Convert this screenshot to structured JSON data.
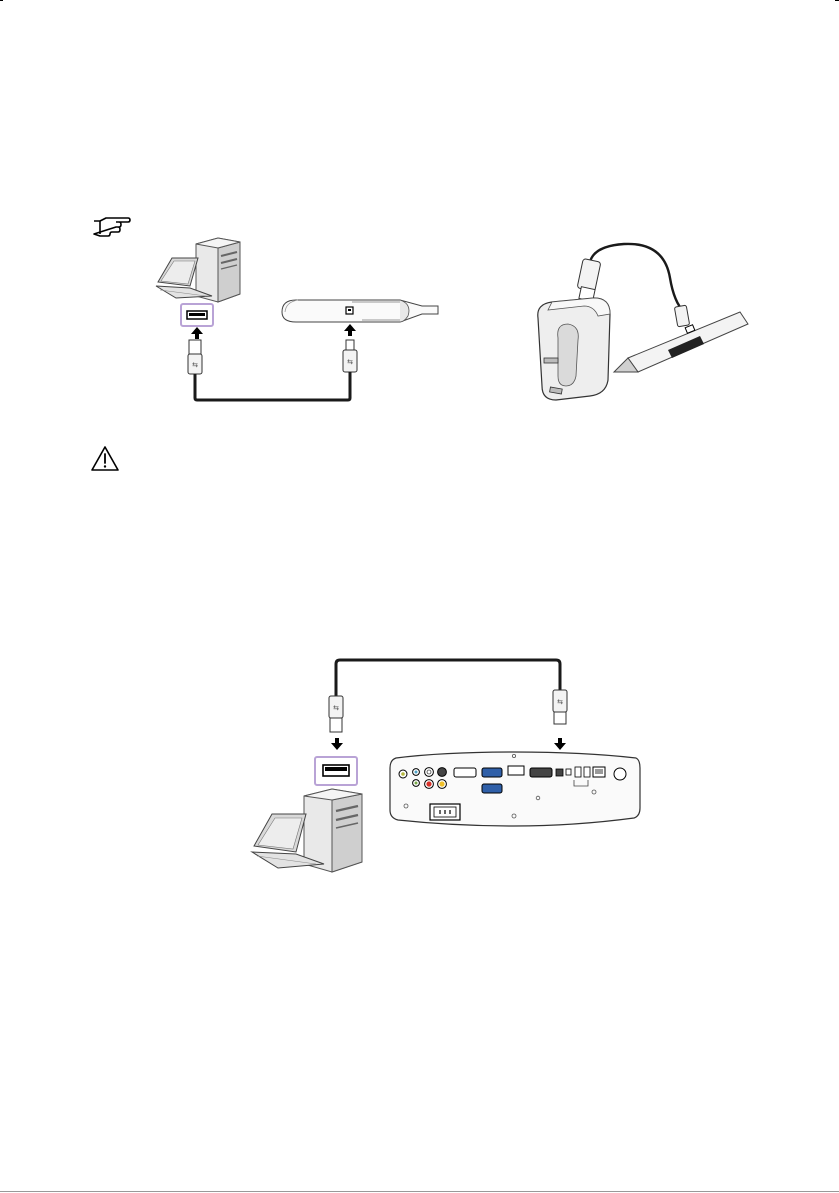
{
  "page": {
    "background": "#ffffff",
    "accent_highlight": "#b9a3d6",
    "cable_color": "#1a1a1a"
  },
  "icons": {
    "note": "pointing-hand-icon",
    "caution": "warning-triangle-icon"
  },
  "figure_charging": {
    "computer": "desktop-computer-illustration",
    "pen": "interactive-pen-illustration",
    "adapter": "power-adapter-illustration"
  },
  "figure_projector": {
    "computer": "desktop-computer-illustration",
    "projector": "projector-rear-panel-illustration"
  }
}
